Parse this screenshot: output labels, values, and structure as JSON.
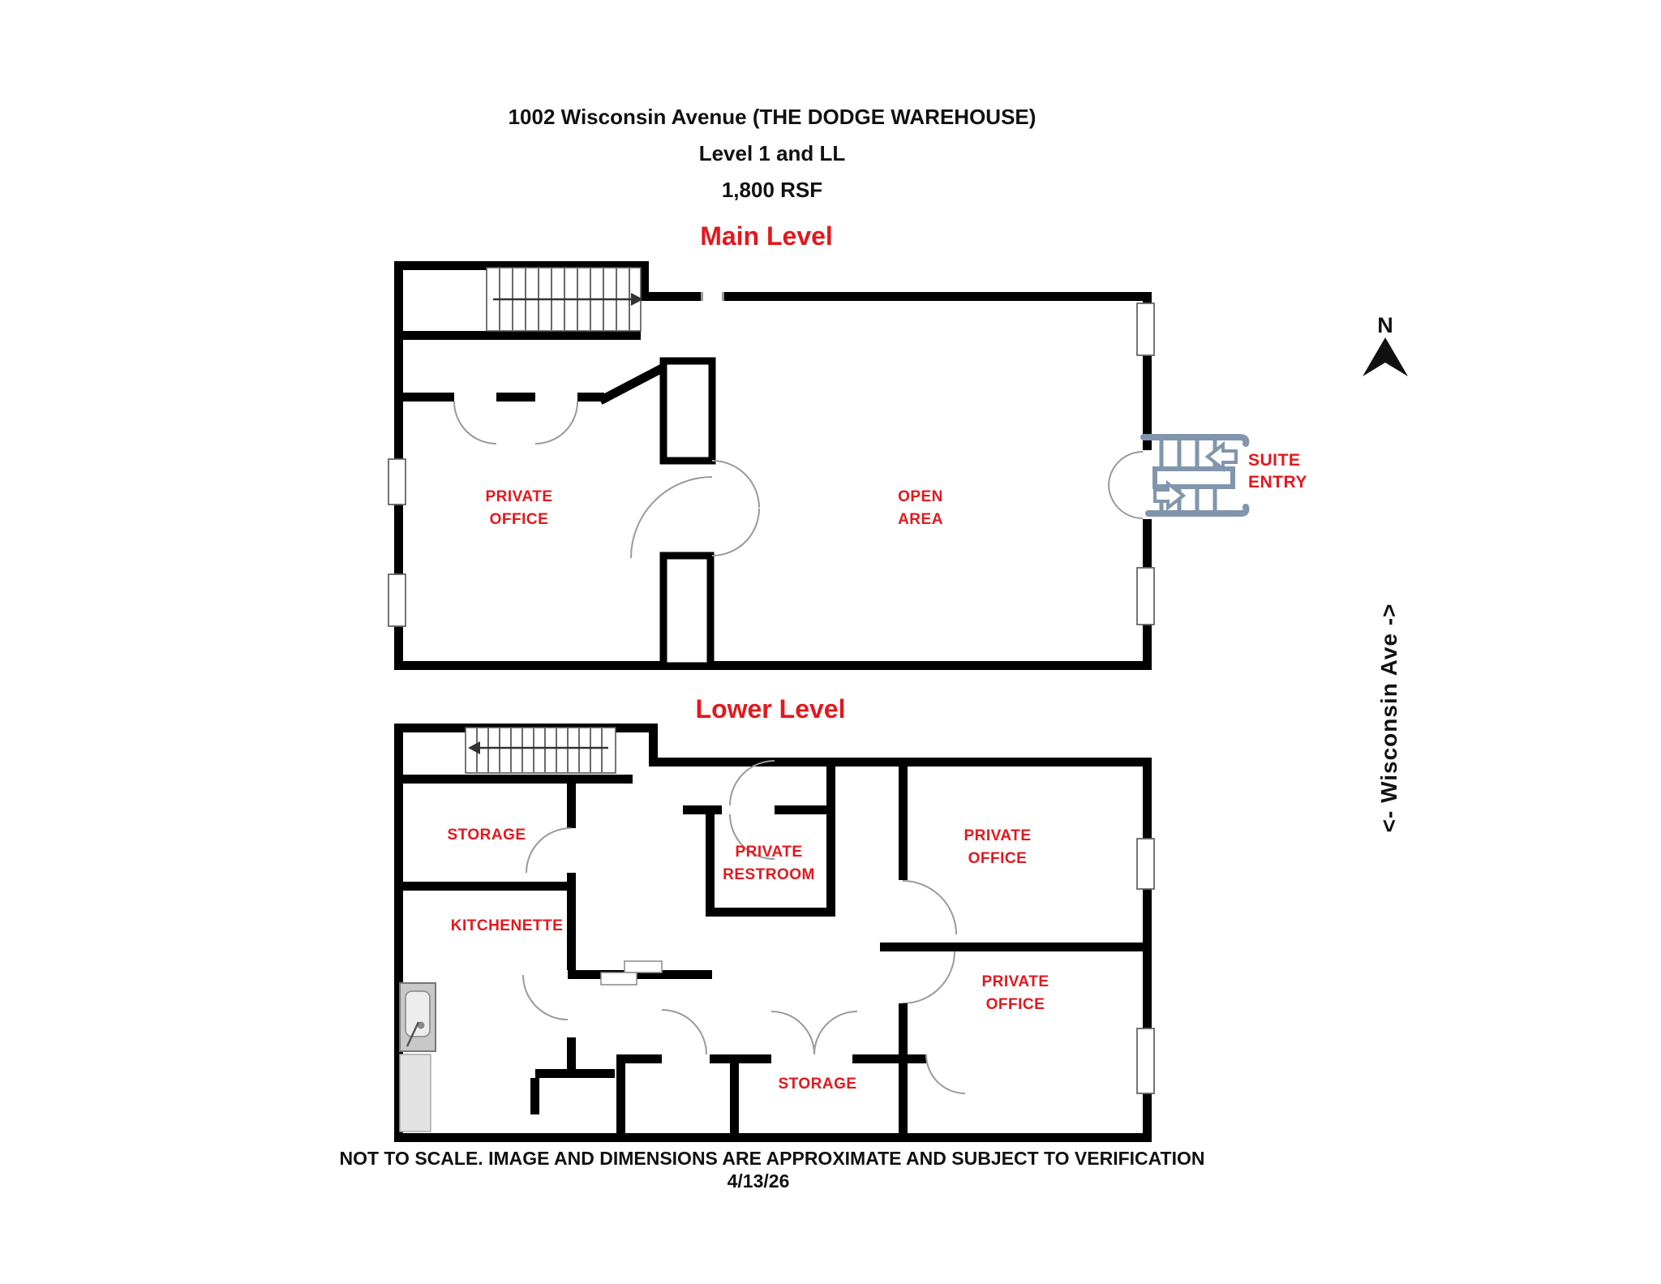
{
  "header": {
    "line1": "1002 Wisconsin Avenue (THE DODGE WAREHOUSE)",
    "line2": "Level 1 and LL",
    "line3": "1,800 RSF"
  },
  "main_level": {
    "title": "Main Level",
    "private_office": {
      "line1": "PRIVATE",
      "line2": "OFFICE"
    },
    "open_area": {
      "line1": "OPEN",
      "line2": "AREA"
    },
    "suite_entry": {
      "line1": "SUITE",
      "line2": "ENTRY"
    }
  },
  "lower_level": {
    "title": "Lower Level",
    "storage_upper": "STORAGE",
    "kitchenette": "KITCHENETTE",
    "private_restroom": {
      "line1": "PRIVATE",
      "line2": "RESTROOM"
    },
    "private_office_upper": {
      "line1": "PRIVATE",
      "line2": "OFFICE"
    },
    "private_office_lower": {
      "line1": "PRIVATE",
      "line2": "OFFICE"
    },
    "storage_lower": "STORAGE"
  },
  "compass": {
    "north_label": "N"
  },
  "street": {
    "label": "<- Wisconsin Ave ->"
  },
  "footer": {
    "disclaimer": "NOT TO SCALE. IMAGE AND DIMENSIONS ARE APPROXIMATE AND SUBJECT TO VERIFICATION",
    "date": "4/13/26"
  },
  "colors": {
    "label_red": "#e3181d",
    "wall_black": "#000000",
    "door_arc_gray": "#9a9a9a",
    "exterior_stair_blue": "#8196ad"
  }
}
